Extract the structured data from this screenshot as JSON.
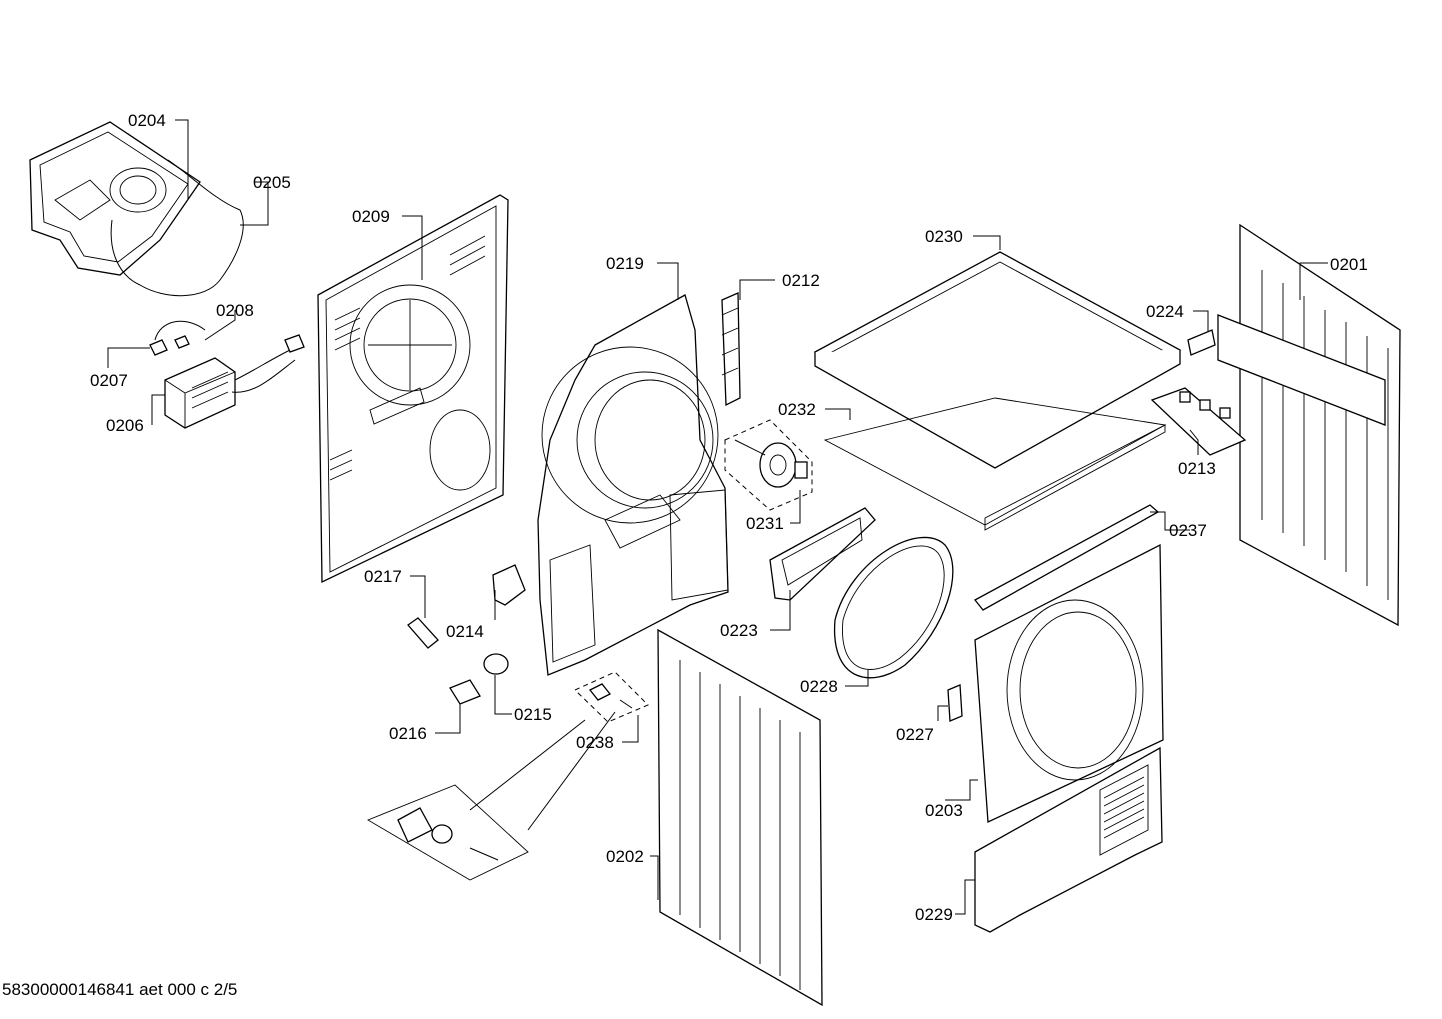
{
  "footer_code": "58300000146841 aet 000 c 2/5",
  "callouts": [
    {
      "id": "0204",
      "label": "0204"
    },
    {
      "id": "0205",
      "label": "0205"
    },
    {
      "id": "0209",
      "label": "0209"
    },
    {
      "id": "0208",
      "label": "0208"
    },
    {
      "id": "0207",
      "label": "0207"
    },
    {
      "id": "0206",
      "label": "0206"
    },
    {
      "id": "0219",
      "label": "0219"
    },
    {
      "id": "0212",
      "label": "0212"
    },
    {
      "id": "0230",
      "label": "0230"
    },
    {
      "id": "0201",
      "label": "0201"
    },
    {
      "id": "0224",
      "label": "0224"
    },
    {
      "id": "0232",
      "label": "0232"
    },
    {
      "id": "0213",
      "label": "0213"
    },
    {
      "id": "0231",
      "label": "0231"
    },
    {
      "id": "0237",
      "label": "0237"
    },
    {
      "id": "0217",
      "label": "0217"
    },
    {
      "id": "0214",
      "label": "0214"
    },
    {
      "id": "0223",
      "label": "0223"
    },
    {
      "id": "0228",
      "label": "0228"
    },
    {
      "id": "0216",
      "label": "0216"
    },
    {
      "id": "0215",
      "label": "0215"
    },
    {
      "id": "0238",
      "label": "0238"
    },
    {
      "id": "0227",
      "label": "0227"
    },
    {
      "id": "0203",
      "label": "0203"
    },
    {
      "id": "0202",
      "label": "0202"
    },
    {
      "id": "0229",
      "label": "0229"
    }
  ]
}
